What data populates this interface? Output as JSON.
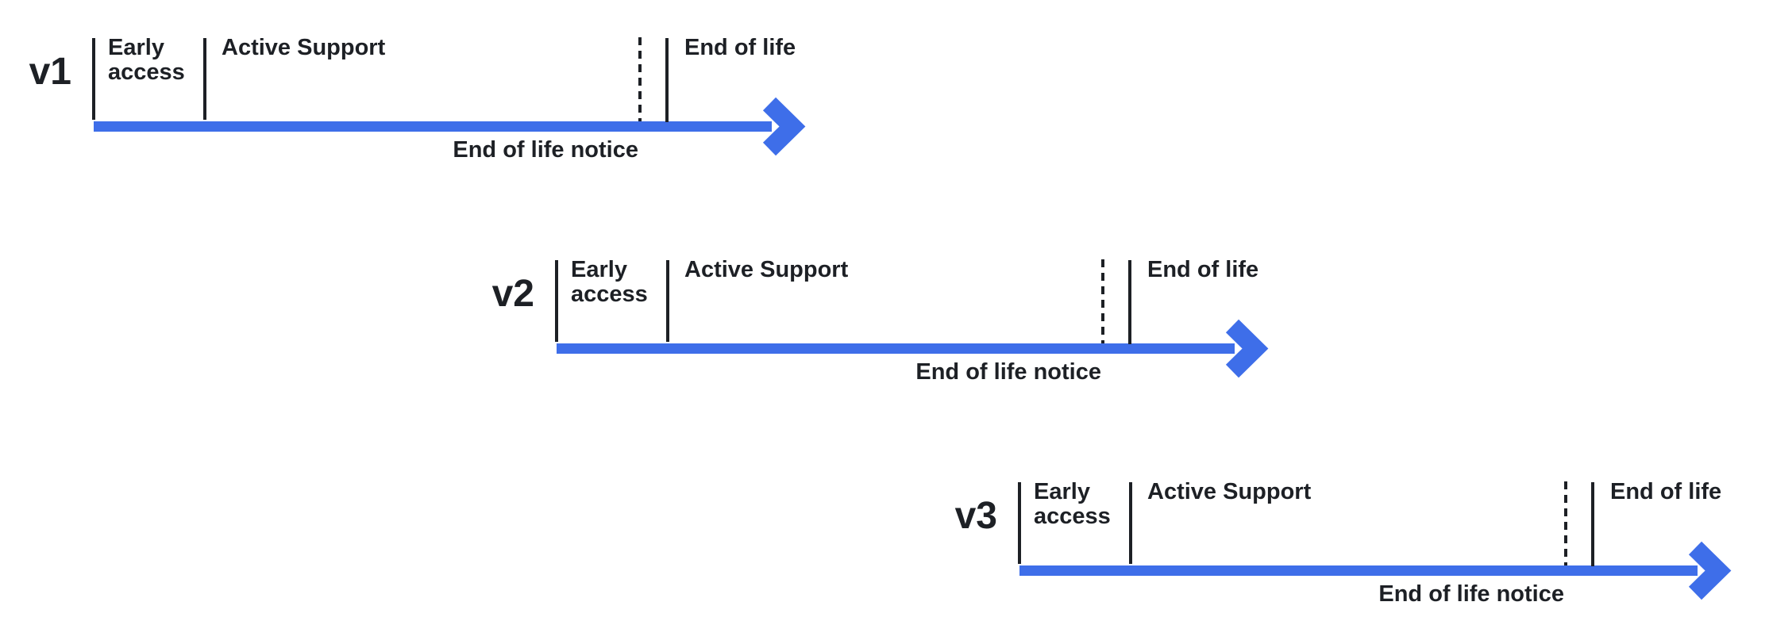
{
  "diagram": {
    "title": "version-lifecycle-timelines",
    "colors": {
      "accent": "#3E6EE9",
      "ink": "#1D2025"
    },
    "timelines": [
      {
        "version": "v1",
        "phases": {
          "early_access": "Early access",
          "active_support": "Active Support",
          "end_of_life": "End of life"
        },
        "notice": "End of life notice"
      },
      {
        "version": "v2",
        "phases": {
          "early_access": "Early access",
          "active_support": "Active Support",
          "end_of_life": "End of life"
        },
        "notice": "End of life notice"
      },
      {
        "version": "v3",
        "phases": {
          "early_access": "Early access",
          "active_support": "Active Support",
          "end_of_life": "End of life"
        },
        "notice": "End of life notice"
      }
    ]
  }
}
